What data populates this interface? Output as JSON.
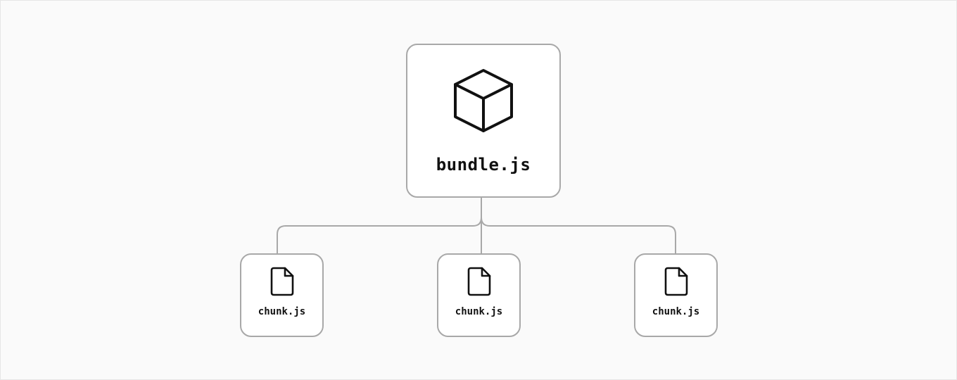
{
  "colors": {
    "background": "#fafafa",
    "node_fill": "#ffffff",
    "node_border": "#a8a8a8",
    "connector": "#a8a8a8",
    "icon_stroke": "#111111",
    "text": "#111111"
  },
  "root": {
    "label": "bundle.js",
    "icon": "box-icon"
  },
  "children": [
    {
      "label": "chunk.js",
      "icon": "file-icon"
    },
    {
      "label": "chunk.js",
      "icon": "file-icon"
    },
    {
      "label": "chunk.js",
      "icon": "file-icon"
    }
  ]
}
